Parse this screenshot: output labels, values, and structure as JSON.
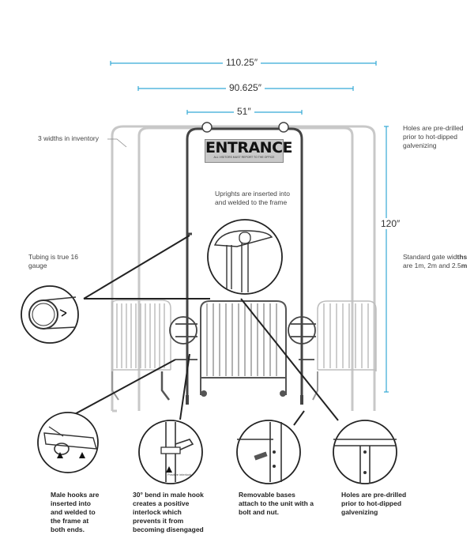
{
  "dimensions": {
    "total_width": "110.25″",
    "middle_width": "90.625″",
    "inner_width": "51″",
    "height": "120″"
  },
  "sign": {
    "title": "ENTRANCE",
    "subtitle": "ALL VISITORS MUST REPORT TO THE OFFICE"
  },
  "callouts": {
    "widths_inventory": "3 widths in inventory",
    "holes_top": "Holes are pre-drilled prior to hot-dipped galvenizing",
    "uprights": "Uprights are inserted into and welded to the frame",
    "tubing": "Tubing is true 16 gauge",
    "standard_widths_prefix": "Standard gate wid",
    "standard_widths_bold": "ths",
    "standard_widths_line2_prefix": "are 1m, 2m and 2.5",
    "standard_widths_line2_bold": "m"
  },
  "captions": {
    "male_hooks": "Male hooks are inserted into and welded to the frame at both ends.",
    "bend": "30° bend in male hook creates a positive interlock which prevents it from becoming disengaged",
    "bend_detail_label": "Positive interlock",
    "bases": "Removable bases attach to the unit with a bolt and nut.",
    "holes_bottom": "Holes are pre-drilled prior to hot-dipped galvenizing"
  },
  "colors": {
    "dimension_line": "#35a9d6",
    "frame": "#444444",
    "ghost_frame": "#c8c8c8",
    "sign_bg": "#c9c9c9"
  }
}
